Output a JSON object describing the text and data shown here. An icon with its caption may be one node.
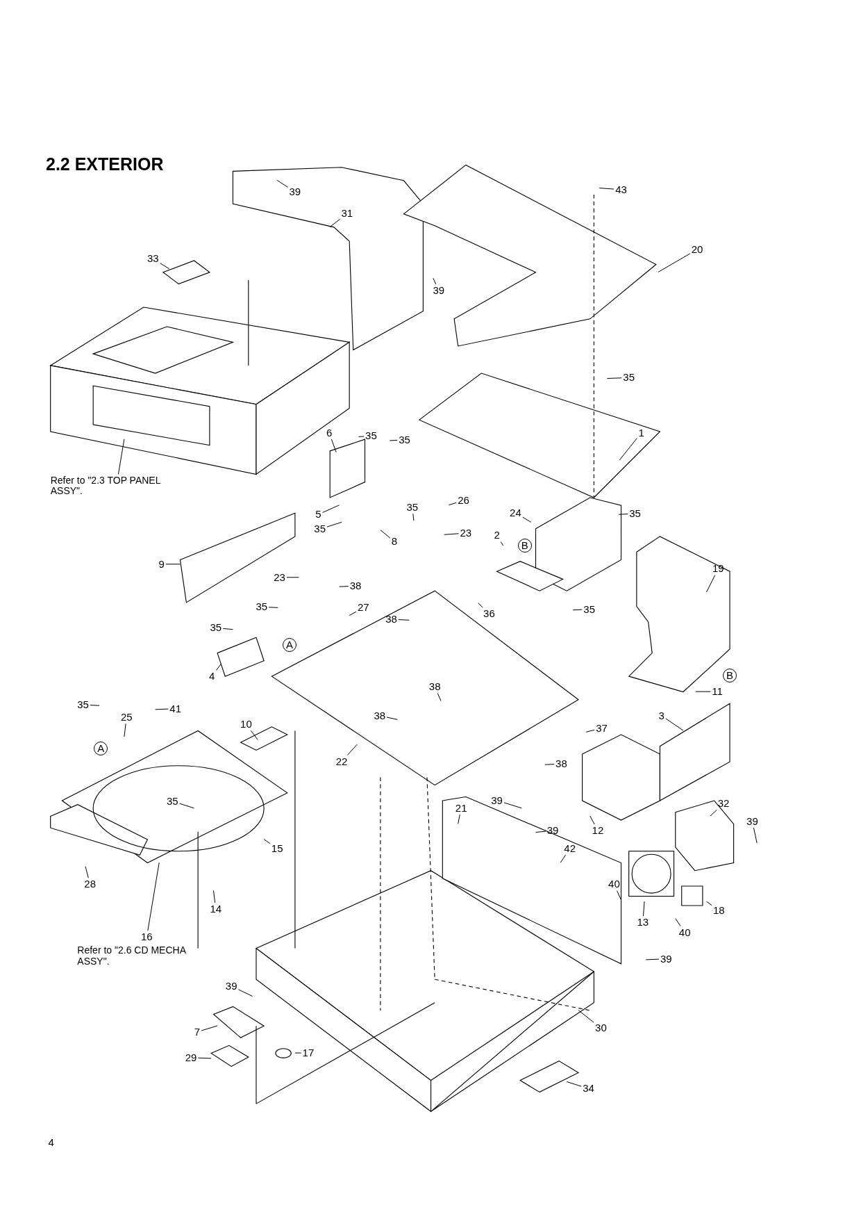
{
  "diagram": {
    "title": "2.2 EXTERIOR",
    "nodes": [
      {
        "text": [
          "39"
        ]
      },
      {
        "text": [
          "31"
        ]
      },
      {
        "text": [
          "33"
        ]
      },
      {
        "text": [
          "43"
        ]
      },
      {
        "text": [
          "20"
        ]
      },
      {
        "text": [
          "39"
        ]
      },
      {
        "text": [
          "35"
        ]
      },
      {
        "text": [
          "Refer to \"2.3 TOP PANEL ASSY\"."
        ]
      },
      {
        "text": [
          "1"
        ]
      },
      {
        "text": [
          "6"
        ]
      },
      {
        "text": [
          "35"
        ]
      },
      {
        "text": [
          "35"
        ]
      },
      {
        "text": [
          "26"
        ]
      },
      {
        "text": [
          "35"
        ]
      },
      {
        "text": [
          "24"
        ]
      },
      {
        "text": [
          "35"
        ]
      },
      {
        "text": [
          "5"
        ]
      },
      {
        "text": [
          "35"
        ]
      },
      {
        "text": [
          "2"
        ]
      },
      {
        "text": [
          "23"
        ]
      },
      {
        "text": [
          "8"
        ]
      },
      {
        "text": [
          "9"
        ]
      },
      {
        "text": [
          "19"
        ]
      },
      {
        "text": [
          "23"
        ]
      },
      {
        "text": [
          "38"
        ]
      },
      {
        "text": [
          "35"
        ]
      },
      {
        "text": [
          "27"
        ]
      },
      {
        "text": [
          "36"
        ]
      },
      {
        "text": [
          "35"
        ]
      },
      {
        "text": [
          "38"
        ]
      },
      {
        "text": [
          "35"
        ]
      },
      {
        "text": [
          "4"
        ]
      },
      {
        "text": [
          "11"
        ]
      },
      {
        "text": [
          "38"
        ]
      },
      {
        "text": [
          "35"
        ]
      },
      {
        "text": [
          "41"
        ]
      },
      {
        "text": [
          "25"
        ]
      },
      {
        "text": [
          "38"
        ]
      },
      {
        "text": [
          "3"
        ]
      },
      {
        "text": [
          "10"
        ]
      },
      {
        "text": [
          "37"
        ]
      },
      {
        "text": [
          "22"
        ]
      },
      {
        "text": [
          "38"
        ]
      },
      {
        "text": [
          "35"
        ]
      },
      {
        "text": [
          "32"
        ]
      },
      {
        "text": [
          "21"
        ]
      },
      {
        "text": [
          "39"
        ]
      },
      {
        "text": [
          "39"
        ]
      },
      {
        "text": [
          "39"
        ]
      },
      {
        "text": [
          "12"
        ]
      },
      {
        "text": [
          "42"
        ]
      },
      {
        "text": [
          "15"
        ]
      },
      {
        "text": [
          "28"
        ]
      },
      {
        "text": [
          "40"
        ]
      },
      {
        "text": [
          "18"
        ]
      },
      {
        "text": [
          "14"
        ]
      },
      {
        "text": [
          "13"
        ]
      },
      {
        "text": [
          "40"
        ]
      },
      {
        "text": [
          "16"
        ],
        "beside": [
          "Refer to \"2.6 CD MECHA ASSY\"."
        ]
      },
      {
        "text": [
          "39"
        ]
      },
      {
        "text": [
          "39"
        ]
      },
      {
        "text": [
          "30"
        ]
      },
      {
        "text": [
          "7"
        ]
      },
      {
        "text": [
          "17"
        ]
      },
      {
        "text": [
          "29"
        ]
      },
      {
        "text": [
          "34"
        ]
      }
    ],
    "edges": [
      {
        "from": 0,
        "to": null,
        "arrow": "none"
      },
      {
        "from": 1,
        "to": null,
        "arrow": "none"
      },
      {
        "from": 2,
        "to": null,
        "arrow": "none"
      },
      {
        "from": 3,
        "to": null,
        "arrow": "none"
      },
      {
        "from": 4,
        "to": null,
        "arrow": "none"
      },
      {
        "from": 5,
        "to": null,
        "arrow": "none"
      },
      {
        "from": 6,
        "to": null,
        "arrow": "none"
      },
      {
        "from": 7,
        "to": null,
        "arrow": "none"
      },
      {
        "from": 8,
        "to": null,
        "arrow": "none"
      },
      {
        "from": 9,
        "to": null,
        "arrow": "none"
      },
      {
        "from": 10,
        "to": null,
        "arrow": "none"
      },
      {
        "from": 11,
        "to": null,
        "arrow": "none"
      },
      {
        "from": 12,
        "to": null,
        "arrow": "none"
      },
      {
        "from": 13,
        "to": null,
        "arrow": "none"
      },
      {
        "from": 14,
        "to": null,
        "arrow": "none"
      },
      {
        "from": 15,
        "to": null,
        "arrow": "none"
      },
      {
        "from": 16,
        "to": null,
        "arrow": "none"
      },
      {
        "from": 17,
        "to": null,
        "arrow": "none"
      },
      {
        "from": 18,
        "to": null,
        "arrow": "none"
      },
      {
        "from": 19,
        "to": null,
        "arrow": "none"
      },
      {
        "from": 20,
        "to": null,
        "arrow": "none"
      },
      {
        "from": 21,
        "to": null,
        "arrow": "none"
      },
      {
        "from": 22,
        "to": null,
        "arrow": "none"
      },
      {
        "from": 23,
        "to": null,
        "arrow": "none"
      },
      {
        "from": 24,
        "to": null,
        "arrow": "none"
      },
      {
        "from": 25,
        "to": null,
        "arrow": "none"
      },
      {
        "from": 26,
        "to": null,
        "arrow": "none"
      },
      {
        "from": 27,
        "to": null,
        "arrow": "none"
      },
      {
        "from": 28,
        "to": null,
        "arrow": "none"
      },
      {
        "from": 29,
        "to": null,
        "arrow": "none"
      },
      {
        "from": 30,
        "to": null,
        "arrow": "none"
      },
      {
        "from": 31,
        "to": null,
        "arrow": "none"
      },
      {
        "from": 32,
        "to": null,
        "arrow": "none"
      },
      {
        "from": 33,
        "to": null,
        "arrow": "none"
      },
      {
        "from": 34,
        "to": null,
        "arrow": "none"
      },
      {
        "from": 35,
        "to": null,
        "arrow": "none"
      },
      {
        "from": 36,
        "to": null,
        "arrow": "none"
      },
      {
        "from": 37,
        "to": null,
        "arrow": "none"
      },
      {
        "from": 38,
        "to": null,
        "arrow": "none"
      },
      {
        "from": 39,
        "to": null,
        "arrow": "none"
      },
      {
        "from": 40,
        "to": null,
        "arrow": "none"
      },
      {
        "from": 41,
        "to": null,
        "arrow": "none"
      },
      {
        "from": 42,
        "to": null,
        "arrow": "none"
      },
      {
        "from": 43,
        "to": null,
        "arrow": "none"
      },
      {
        "from": 44,
        "to": null,
        "arrow": "none"
      },
      {
        "from": 45,
        "to": null,
        "arrow": "none"
      },
      {
        "from": 46,
        "to": null,
        "arrow": "none"
      },
      {
        "from": 47,
        "to": null,
        "arrow": "none"
      },
      {
        "from": 48,
        "to": null,
        "arrow": "none"
      },
      {
        "from": 49,
        "to": null,
        "arrow": "none"
      },
      {
        "from": 50,
        "to": null,
        "arrow": "none"
      },
      {
        "from": 51,
        "to": null,
        "arrow": "none"
      },
      {
        "from": 52,
        "to": null,
        "arrow": "none"
      },
      {
        "from": 53,
        "to": null,
        "arrow": "none"
      },
      {
        "from": 54,
        "to": null,
        "arrow": "none"
      },
      {
        "from": 55,
        "to": null,
        "arrow": "none"
      },
      {
        "from": 56,
        "to": null,
        "arrow": "none"
      },
      {
        "from": 57,
        "to": null,
        "arrow": "none"
      },
      {
        "from": 58,
        "to": null,
        "arrow": "none"
      },
      {
        "from": 59,
        "to": null,
        "arrow": "none"
      },
      {
        "from": 60,
        "to": null,
        "arrow": "none"
      },
      {
        "from": 61,
        "to": null,
        "arrow": "none"
      },
      {
        "from": 62,
        "to": null,
        "arrow": "none"
      },
      {
        "from": 63,
        "to": null,
        "arrow": "none"
      },
      {
        "from": 64,
        "to": null,
        "arrow": "none"
      },
      {
        "from": 65,
        "to": null,
        "arrow": "none"
      }
    ],
    "labels": [
      "B",
      "A",
      "B",
      "A",
      "4"
    ]
  }
}
